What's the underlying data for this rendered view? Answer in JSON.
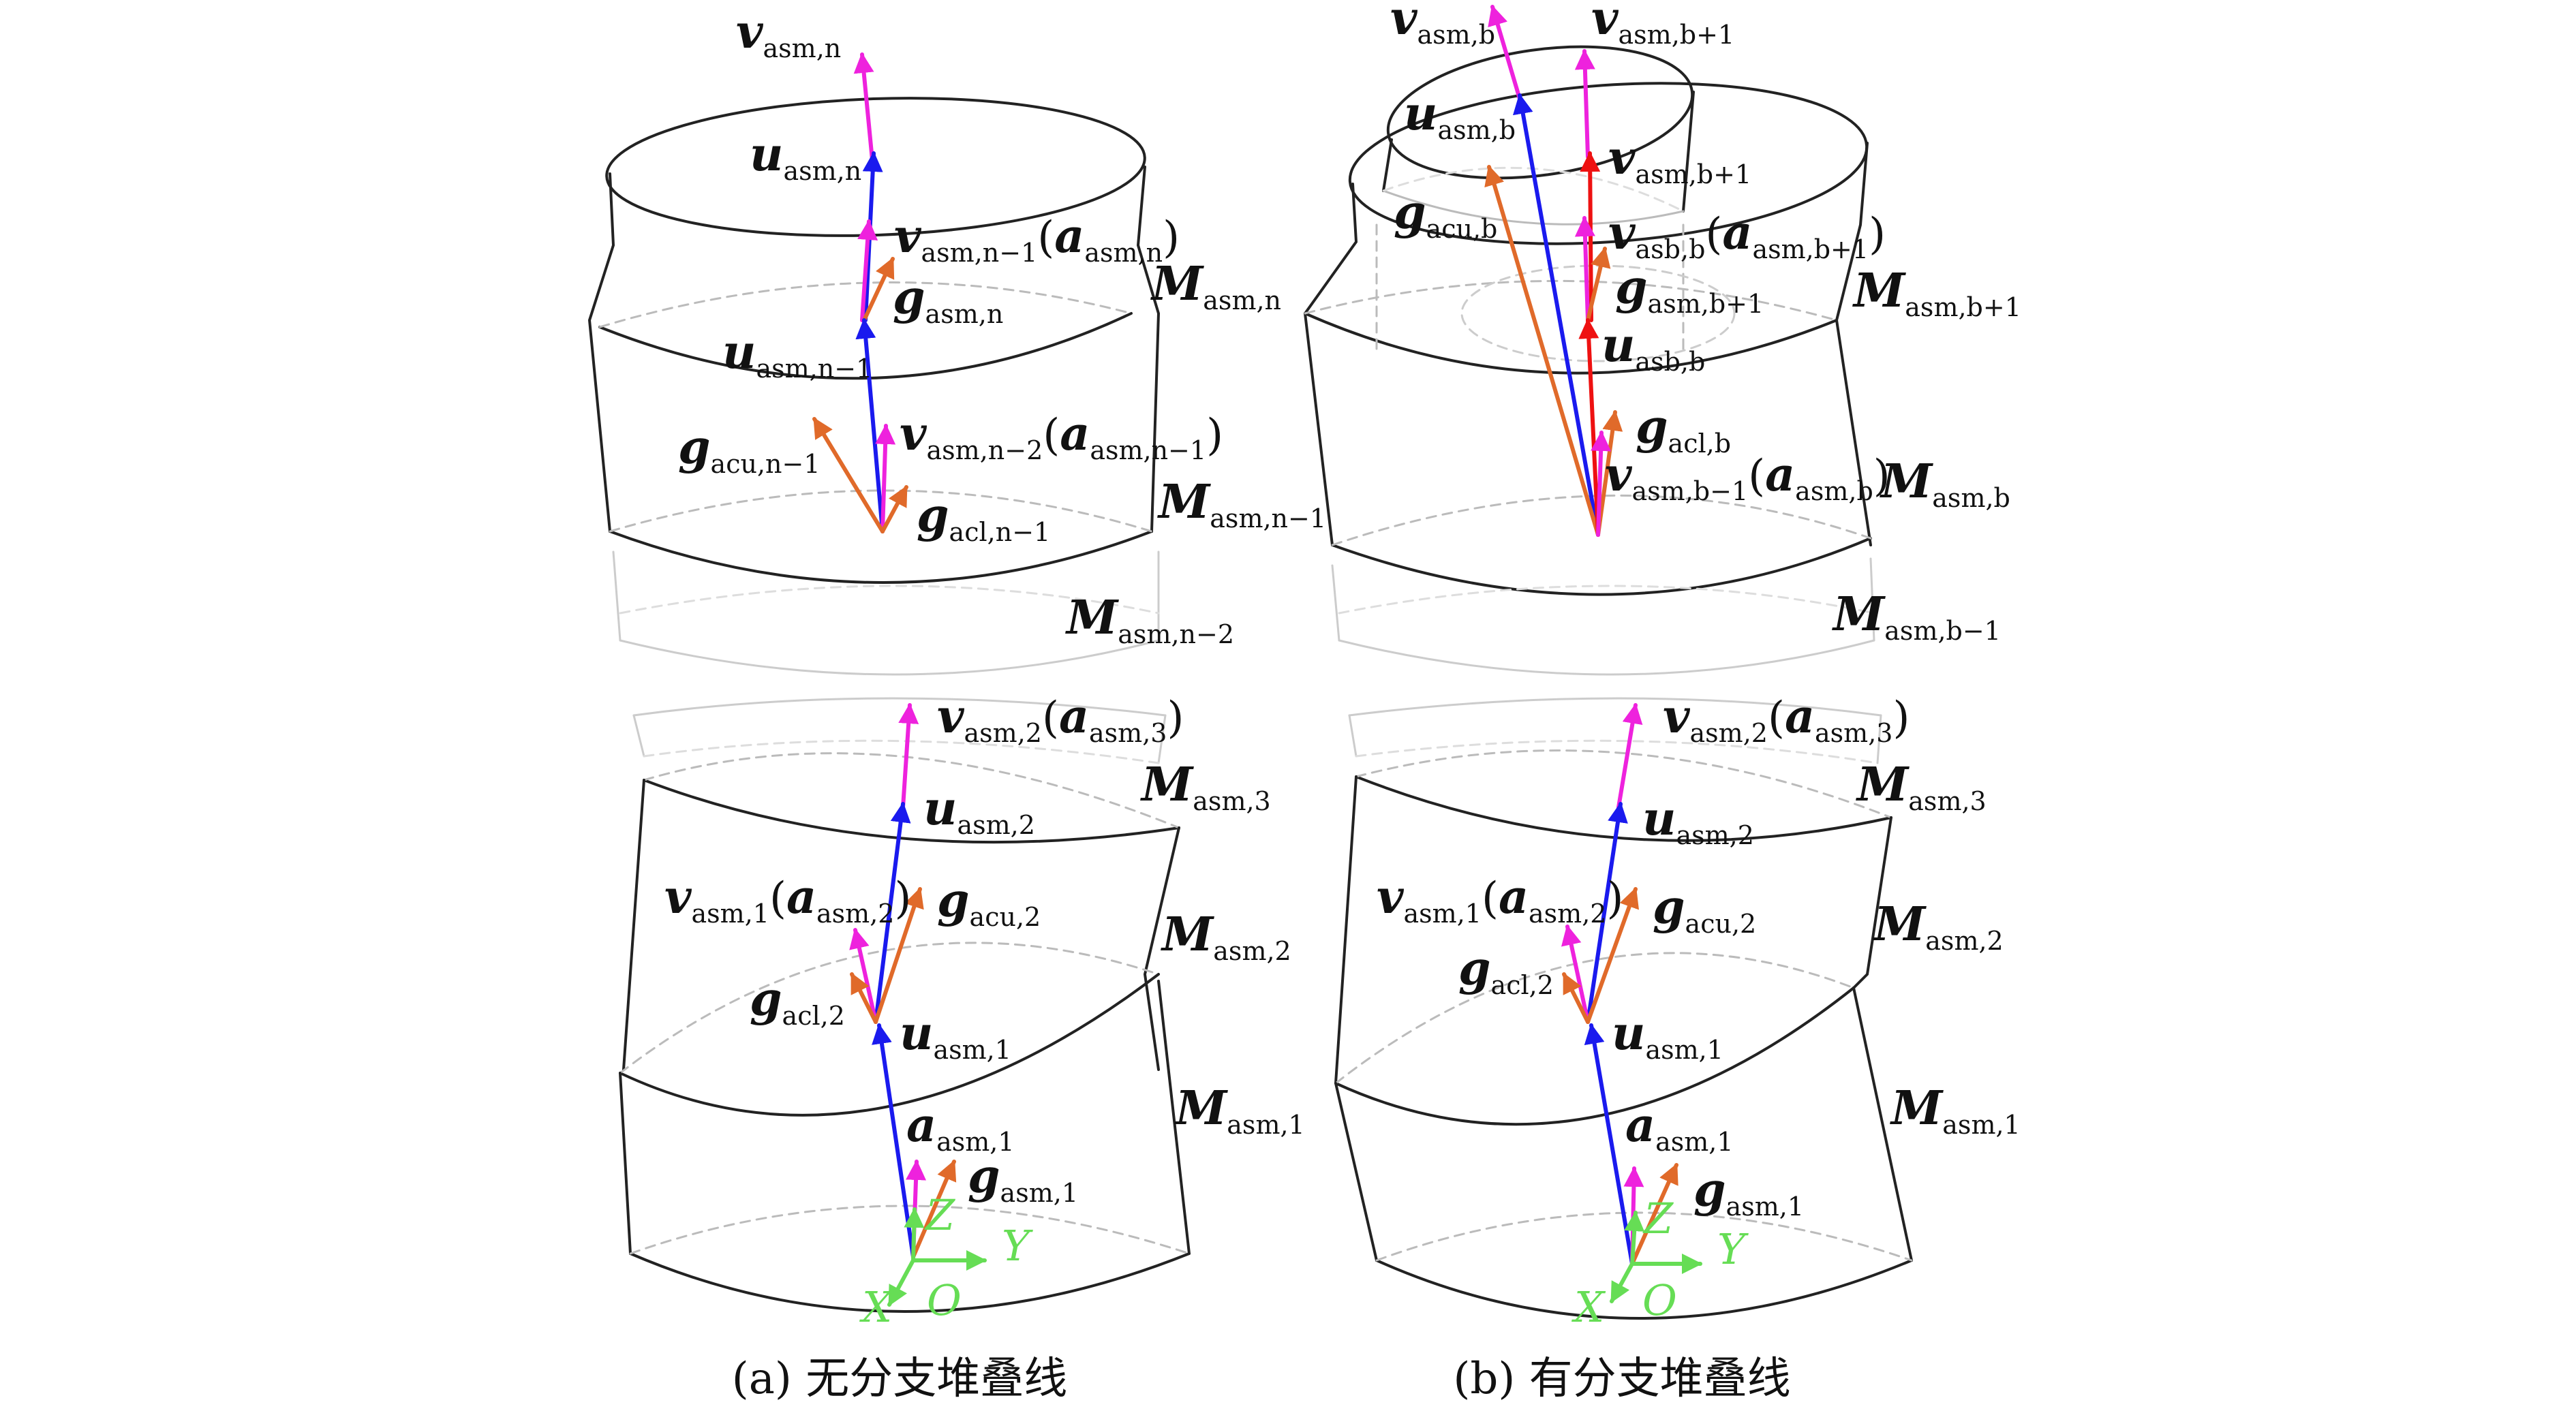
{
  "colors": {
    "v": "#ee22dd",
    "u": "#1a1aee",
    "g": "#e06a2a",
    "branch": "#ee1111",
    "axis": "#66dd55",
    "outline": "#222222",
    "hidden": "#bbbbbb"
  },
  "panel_a": {
    "caption": "(a) 无分支堆叠线",
    "top": {
      "v_n": {
        "base": "v",
        "sub": "asm,n"
      },
      "u_n": {
        "base": "u",
        "sub": "asm,n"
      },
      "v_n1": {
        "base": "v",
        "sub": "asm,n−1",
        "paren_base": "a",
        "paren_sub": "asm,n"
      },
      "g_n": {
        "base": "g",
        "sub": "asm,n"
      },
      "M_n": {
        "base": "M",
        "sub": "asm,n"
      },
      "u_n1": {
        "base": "u",
        "sub": "asm,n−1"
      },
      "v_n2": {
        "base": "v",
        "sub": "asm,n−2",
        "paren_base": "a",
        "paren_sub": "asm,n−1"
      },
      "gacu": {
        "base": "g",
        "sub": "acu,n−1"
      },
      "M_n1": {
        "base": "M",
        "sub": "asm,n−1"
      },
      "gacl": {
        "base": "g",
        "sub": "acl,n−1"
      },
      "M_n2": {
        "base": "M",
        "sub": "asm,n−2"
      }
    },
    "bottom": {
      "v_2": {
        "base": "v",
        "sub": "asm,2",
        "paren_base": "a",
        "paren_sub": "asm,3"
      },
      "M_3": {
        "base": "M",
        "sub": "asm,3"
      },
      "u_2": {
        "base": "u",
        "sub": "asm,2"
      },
      "v_1": {
        "base": "v",
        "sub": "asm,1",
        "paren_base": "a",
        "paren_sub": "asm,2"
      },
      "gacu2": {
        "base": "g",
        "sub": "acu,2"
      },
      "M_2": {
        "base": "M",
        "sub": "asm,2"
      },
      "gacl2": {
        "base": "g",
        "sub": "acl,2"
      },
      "u_1": {
        "base": "u",
        "sub": "asm,1"
      },
      "M_1": {
        "base": "M",
        "sub": "asm,1"
      },
      "a_1": {
        "base": "a",
        "sub": "asm,1"
      },
      "g_1": {
        "base": "g",
        "sub": "asm,1"
      },
      "axis_z": "Z",
      "axis_y": "Y",
      "axis_x": "X",
      "axis_o": "O"
    }
  },
  "panel_b": {
    "caption": "(b) 有分支堆叠线",
    "top": {
      "v_b": {
        "base": "v",
        "sub": "asm,b"
      },
      "v_b1": {
        "base": "v",
        "sub": "asm,b+1"
      },
      "u_b": {
        "base": "u",
        "sub": "asm,b"
      },
      "vv_b1": {
        "base": "v",
        "sub": "asm,b+1"
      },
      "gacu": {
        "base": "g",
        "sub": "acu,b"
      },
      "v_asb": {
        "base": "v",
        "sub": "asb,b",
        "paren_base": "a",
        "paren_sub": "asm,b+1"
      },
      "g_b1": {
        "base": "g",
        "sub": "asm,b+1"
      },
      "M_b1": {
        "base": "M",
        "sub": "asm,b+1"
      },
      "u_asb": {
        "base": "u",
        "sub": "asb,b"
      },
      "gacl": {
        "base": "g",
        "sub": "acl,b"
      },
      "v_bm1": {
        "base": "v",
        "sub": "asm,b−1",
        "paren_base": "a",
        "paren_sub": "asm,b"
      },
      "M_b": {
        "base": "M",
        "sub": "asm,b"
      },
      "M_bm1": {
        "base": "M",
        "sub": "asm,b−1"
      }
    },
    "bottom": {
      "v_2": {
        "base": "v",
        "sub": "asm,2",
        "paren_base": "a",
        "paren_sub": "asm,3"
      },
      "M_3": {
        "base": "M",
        "sub": "asm,3"
      },
      "u_2": {
        "base": "u",
        "sub": "asm,2"
      },
      "v_1": {
        "base": "v",
        "sub": "asm,1",
        "paren_base": "a",
        "paren_sub": "asm,2"
      },
      "gacu2": {
        "base": "g",
        "sub": "acu,2"
      },
      "M_2": {
        "base": "M",
        "sub": "asm,2"
      },
      "gacl2": {
        "base": "g",
        "sub": "acl,2"
      },
      "u_1": {
        "base": "u",
        "sub": "asm,1"
      },
      "M_1": {
        "base": "M",
        "sub": "asm,1"
      },
      "a_1": {
        "base": "a",
        "sub": "asm,1"
      },
      "g_1": {
        "base": "g",
        "sub": "asm,1"
      },
      "axis_z": "Z",
      "axis_y": "Y",
      "axis_x": "X",
      "axis_o": "O"
    }
  }
}
